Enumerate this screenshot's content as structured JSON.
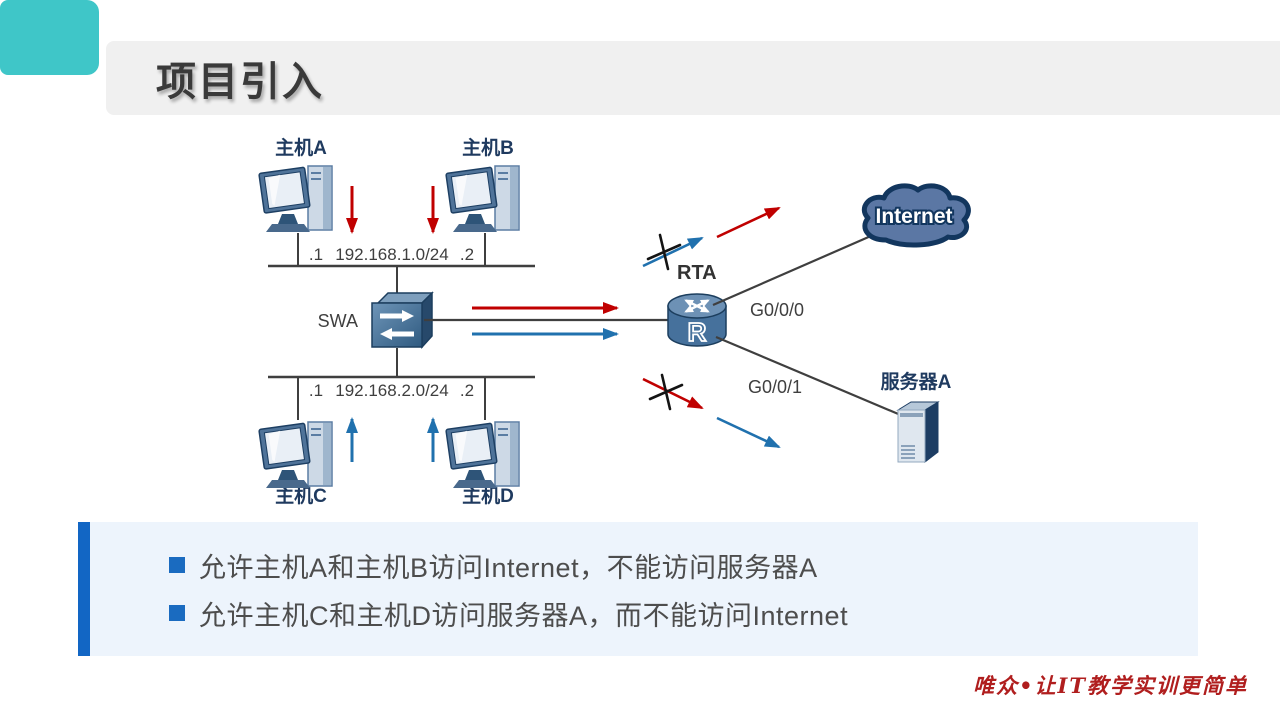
{
  "slide": {
    "title": "项目引入",
    "footer": "唯众•让IT教学实训更简单"
  },
  "diagram": {
    "hosts": {
      "a": "主机A",
      "b": "主机B",
      "c": "主机C",
      "d": "主机D"
    },
    "switch_label": "SWA",
    "router_label": "RTA",
    "router_letter": "R",
    "internet_label": "Internet",
    "server_label": "服务器A",
    "interfaces": {
      "g000": "G0/0/0",
      "g001": "G0/0/1"
    },
    "net1": {
      "left": ".1",
      "cidr": "192.168.1.0/24",
      "right": ".2"
    },
    "net2": {
      "left": ".1",
      "cidr": "192.168.2.0/24",
      "right": ".2"
    }
  },
  "requirements": {
    "items": [
      "允许主机A和主机B访问Internet，不能访问服务器A",
      "允许主机C和主机D访问服务器A，而不能访问Internet"
    ]
  },
  "icons": {
    "pc": "desktop-computer-icon",
    "switch": "lan-switch-icon",
    "router": "router-icon",
    "cloud": "internet-cloud-icon",
    "server": "server-tower-icon",
    "block": "block-x-mark-icon"
  },
  "colors": {
    "accent_teal": "#3FC6C8",
    "header_bg": "#F0F0F0",
    "title_text": "#3A3A3A",
    "flow_red": "#C00000",
    "flow_blue": "#2071AE",
    "line_gray": "#3F3F3F",
    "label_navy": "#1F3A5F",
    "req_box_bg": "#EDF4FC",
    "req_bar_blue": "#1266C4",
    "bullet_blue": "#1A6BC0",
    "footer_red": "#B01E1E"
  }
}
